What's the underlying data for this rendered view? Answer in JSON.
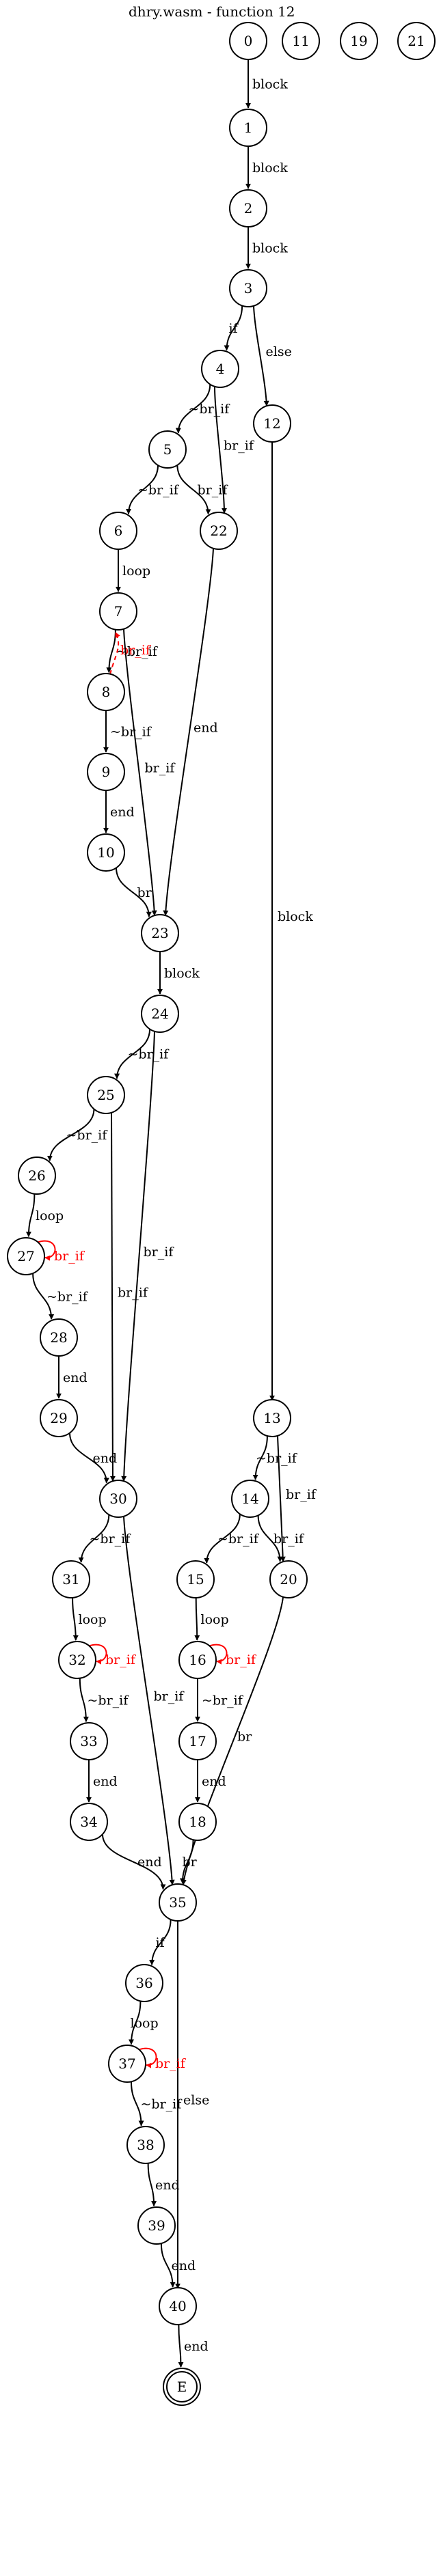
{
  "title": "dhry.wasm - function 12",
  "nodes": [
    {
      "id": "0",
      "label": "0"
    },
    {
      "id": "11",
      "label": "11"
    },
    {
      "id": "19",
      "label": "19"
    },
    {
      "id": "21",
      "label": "21"
    },
    {
      "id": "1",
      "label": "1"
    },
    {
      "id": "2",
      "label": "2"
    },
    {
      "id": "3",
      "label": "3"
    },
    {
      "id": "4",
      "label": "4"
    },
    {
      "id": "12",
      "label": "12"
    },
    {
      "id": "5",
      "label": "5"
    },
    {
      "id": "6",
      "label": "6"
    },
    {
      "id": "22",
      "label": "22"
    },
    {
      "id": "7",
      "label": "7"
    },
    {
      "id": "8",
      "label": "8"
    },
    {
      "id": "9",
      "label": "9"
    },
    {
      "id": "10",
      "label": "10"
    },
    {
      "id": "23",
      "label": "23"
    },
    {
      "id": "24",
      "label": "24"
    },
    {
      "id": "25",
      "label": "25"
    },
    {
      "id": "26",
      "label": "26"
    },
    {
      "id": "27",
      "label": "27"
    },
    {
      "id": "28",
      "label": "28"
    },
    {
      "id": "29",
      "label": "29"
    },
    {
      "id": "30",
      "label": "30"
    },
    {
      "id": "31",
      "label": "31"
    },
    {
      "id": "32",
      "label": "32"
    },
    {
      "id": "33",
      "label": "33"
    },
    {
      "id": "34",
      "label": "34"
    },
    {
      "id": "13",
      "label": "13"
    },
    {
      "id": "14",
      "label": "14"
    },
    {
      "id": "15",
      "label": "15"
    },
    {
      "id": "16",
      "label": "16"
    },
    {
      "id": "17",
      "label": "17"
    },
    {
      "id": "18",
      "label": "18"
    },
    {
      "id": "20",
      "label": "20"
    },
    {
      "id": "35",
      "label": "35"
    },
    {
      "id": "36",
      "label": "36"
    },
    {
      "id": "37",
      "label": "37"
    },
    {
      "id": "38",
      "label": "38"
    },
    {
      "id": "39",
      "label": "39"
    },
    {
      "id": "40",
      "label": "40"
    },
    {
      "id": "E",
      "label": "E",
      "final": true
    }
  ],
  "edges": [
    {
      "from": "0",
      "to": "1",
      "label": "block"
    },
    {
      "from": "1",
      "to": "2",
      "label": "block"
    },
    {
      "from": "2",
      "to": "3",
      "label": "block"
    },
    {
      "from": "3",
      "to": "4",
      "label": "if"
    },
    {
      "from": "3",
      "to": "12",
      "label": "else"
    },
    {
      "from": "4",
      "to": "5",
      "label": "~br_if"
    },
    {
      "from": "4",
      "to": "22",
      "label": "br_if"
    },
    {
      "from": "5",
      "to": "6",
      "label": "~br_if"
    },
    {
      "from": "5",
      "to": "22",
      "label": "br_if"
    },
    {
      "from": "6",
      "to": "7",
      "label": "loop"
    },
    {
      "from": "7",
      "to": "8",
      "label": "~br_if"
    },
    {
      "from": "8",
      "to": "7",
      "label": "br_if",
      "color": "#ff0000",
      "dashed": true
    },
    {
      "from": "7",
      "to": "23",
      "label": "br_if"
    },
    {
      "from": "8",
      "to": "9",
      "label": "~br_if"
    },
    {
      "from": "9",
      "to": "10",
      "label": "end"
    },
    {
      "from": "10",
      "to": "23",
      "label": "br"
    },
    {
      "from": "22",
      "to": "23",
      "label": "end"
    },
    {
      "from": "12",
      "to": "13",
      "label": "block"
    },
    {
      "from": "23",
      "to": "24",
      "label": "block"
    },
    {
      "from": "24",
      "to": "25",
      "label": "~br_if"
    },
    {
      "from": "24",
      "to": "30",
      "label": "br_if"
    },
    {
      "from": "25",
      "to": "26",
      "label": "~br_if"
    },
    {
      "from": "25",
      "to": "30",
      "label": "br_if"
    },
    {
      "from": "26",
      "to": "27",
      "label": "loop"
    },
    {
      "from": "27",
      "to": "27",
      "label": "br_if",
      "color": "#ff0000",
      "self": true
    },
    {
      "from": "27",
      "to": "28",
      "label": "~br_if"
    },
    {
      "from": "28",
      "to": "29",
      "label": "end"
    },
    {
      "from": "29",
      "to": "30",
      "label": "end"
    },
    {
      "from": "30",
      "to": "31",
      "label": "~br_if"
    },
    {
      "from": "30",
      "to": "35",
      "label": "br_if"
    },
    {
      "from": "31",
      "to": "32",
      "label": "loop"
    },
    {
      "from": "32",
      "to": "32",
      "label": "br_if",
      "color": "#ff0000",
      "self": true
    },
    {
      "from": "32",
      "to": "33",
      "label": "~br_if"
    },
    {
      "from": "33",
      "to": "34",
      "label": "end"
    },
    {
      "from": "34",
      "to": "35",
      "label": "end"
    },
    {
      "from": "13",
      "to": "14",
      "label": "~br_if"
    },
    {
      "from": "13",
      "to": "20",
      "label": "br_if"
    },
    {
      "from": "14",
      "to": "15",
      "label": "~br_if"
    },
    {
      "from": "14",
      "to": "20",
      "label": "br_if"
    },
    {
      "from": "15",
      "to": "16",
      "label": "loop"
    },
    {
      "from": "16",
      "to": "16",
      "label": "br_if",
      "color": "#ff0000",
      "self": true
    },
    {
      "from": "16",
      "to": "17",
      "label": "~br_if"
    },
    {
      "from": "17",
      "to": "18",
      "label": "end"
    },
    {
      "from": "18",
      "to": "35",
      "label": "br"
    },
    {
      "from": "20",
      "to": "35",
      "label": "br"
    },
    {
      "from": "35",
      "to": "36",
      "label": "if"
    },
    {
      "from": "35",
      "to": "40",
      "label": "else"
    },
    {
      "from": "36",
      "to": "37",
      "label": "loop"
    },
    {
      "from": "37",
      "to": "37",
      "label": "br_if",
      "color": "#ff0000",
      "self": true
    },
    {
      "from": "37",
      "to": "38",
      "label": "~br_if"
    },
    {
      "from": "38",
      "to": "39",
      "label": "end"
    },
    {
      "from": "39",
      "to": "40",
      "label": "end"
    },
    {
      "from": "40",
      "to": "E",
      "label": "end"
    }
  ]
}
